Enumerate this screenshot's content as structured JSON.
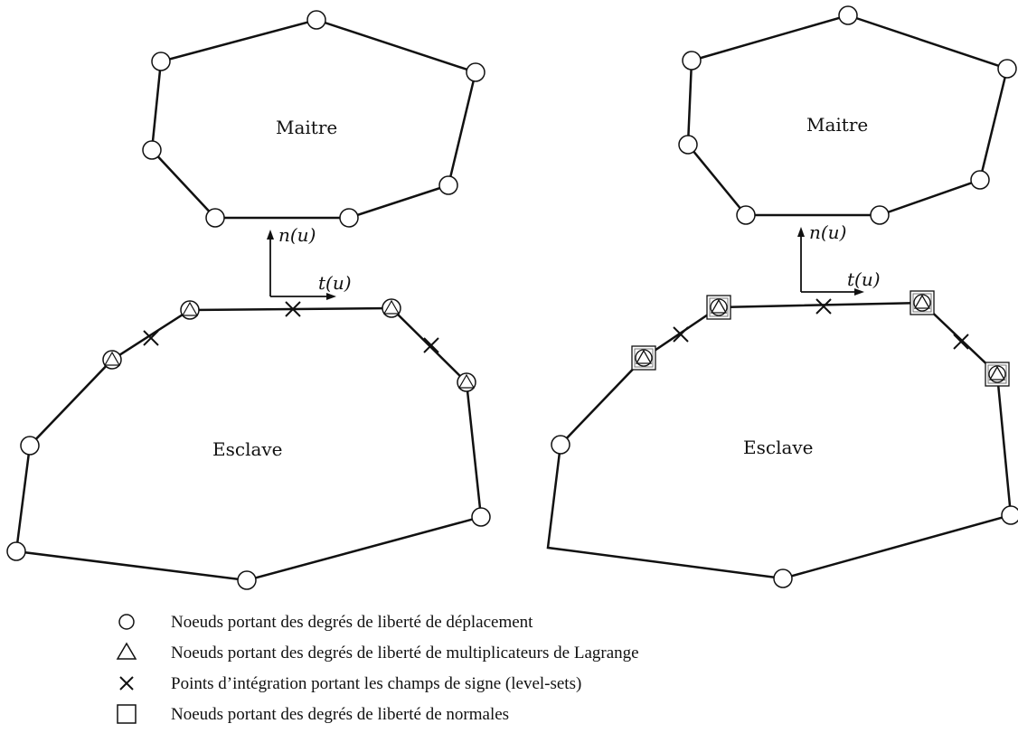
{
  "panels": [
    {
      "maitre_label": "Maitre",
      "esclave_label": "Esclave",
      "normal_label": "n(u)",
      "tangent_label": "t(u)"
    },
    {
      "maitre_label": "Maitre",
      "esclave_label": "Esclave",
      "normal_label": "n(u)",
      "tangent_label": "t(u)"
    }
  ],
  "legend": [
    {
      "symbol": "circle-icon",
      "text": "Noeuds portant des degrés de liberté de déplacement"
    },
    {
      "symbol": "triangle-icon",
      "text": "Noeuds portant des degrés de liberté de multiplicateurs de Lagrange"
    },
    {
      "symbol": "cross-icon",
      "text": "Points d’intégration portant les champs de signe (level-sets)"
    },
    {
      "symbol": "square-icon",
      "text": "Noeuds portant des degrés de liberté de normales"
    }
  ]
}
